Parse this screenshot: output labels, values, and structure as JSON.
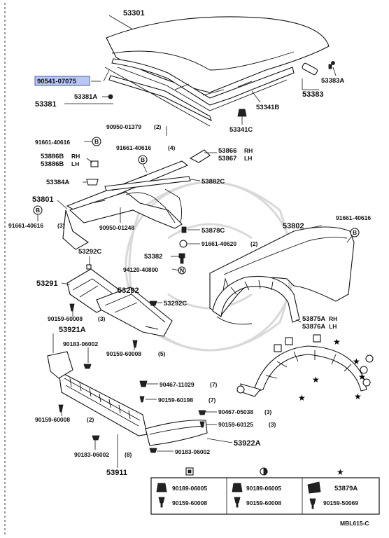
{
  "parts": {
    "p53301": "53301",
    "p90541": "90541-07075",
    "p53381a": "53381A",
    "p53381": "53381",
    "p53383a": "53383A",
    "p53383": "53383",
    "p53341b": "53341B",
    "p53341c": "53341C",
    "p90950_01379": "90950-01379",
    "p90950_01379_qty": "(2)",
    "p91661_40616_a": "91661-40616",
    "p91661_40616_b": "91661-40616",
    "p91661_40616_b_qty": "(4)",
    "p53866": "53866",
    "p53866_side": "RH",
    "p53867": "53867",
    "p53867_side": "LH",
    "p53886b": "53886B",
    "p53886b_side": "RH",
    "p53886b_2": "53886B",
    "p53886b_2_side": "LH",
    "p53882c": "53882C",
    "p53384a": "53384A",
    "p53801": "53801",
    "p91661_40616_c": "91661-40616",
    "p91661_40616_c_qty": "(3)",
    "p90950_01248": "90950-01248",
    "p53878c": "53878C",
    "p91661_40620": "91661-40620",
    "p91661_40620_qty": "(2)",
    "p53802": "53802",
    "p91661_40616_d": "91661-40616",
    "p53292c_a": "53292C",
    "p53382": "53382",
    "p94120_40800": "94120-40800",
    "p53291": "53291",
    "p53292": "53292",
    "p53292c_b": "53292C",
    "p90159_60008_a": "90159-60008",
    "p90159_60008_a_qty": "(3)",
    "p90159_60008_b": "90159-60008",
    "p90159_60008_b_qty": "(5)",
    "p53875a": "53875A",
    "p53875a_side": "RH",
    "p53876a": "53876A",
    "p53876a_side": "LH",
    "p53921a": "53921A",
    "p90183_06002_a": "90183-06002",
    "p90467_11029": "90467-11029",
    "p90467_11029_qty": "(7)",
    "p90159_60198": "90159-60198",
    "p90159_60198_qty": "(7)",
    "p90467_05038": "90467-05038",
    "p90467_05038_qty": "(3)",
    "p90159_60008_c": "90159-60008",
    "p90159_60008_c_qty": "(2)",
    "p90159_60125": "90159-60125",
    "p90159_60125_qty": "(3)",
    "p53922a": "53922A",
    "p90183_06002_b": "90183-06002",
    "p90183_06002_b_qty": "(8)",
    "p90183_06002_c": "90183-06002",
    "p53911": "53911"
  },
  "legend": {
    "col1_top": "90189-06005",
    "col1_bottom": "90159-60008",
    "col2_top": "90189-06005",
    "col2_bottom": "90159-60008",
    "col3_top": "53879A",
    "col3_bottom": "90159-50069"
  },
  "diagram_code": "MBL615-C",
  "highlight_color": "#b9c6ee"
}
